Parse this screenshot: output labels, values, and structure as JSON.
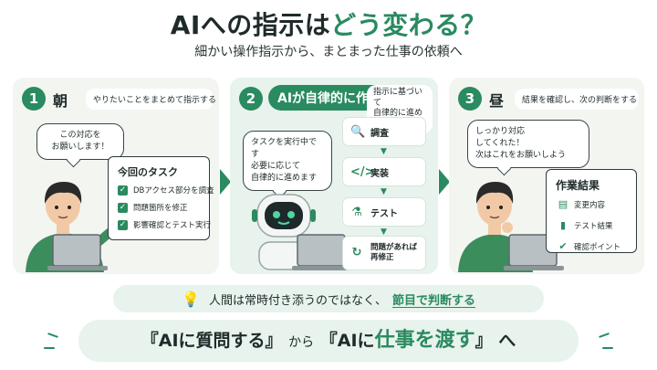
{
  "title": {
    "part1": "AIへの指示は",
    "part2": "どう変わる？"
  },
  "subtitle": "細かい操作指示から、まとまった仕事の依頼へ",
  "steps": [
    {
      "num": "1",
      "label": "朝",
      "desc": "やりたいことをまとめて指示する",
      "bubble_line1": "この対応を",
      "bubble_line2": "お願いします！",
      "card_title": "今回のタスク",
      "tasks": [
        "DBアクセス部分を調査",
        "問題箇所を修正",
        "影響確認とテスト実行"
      ]
    },
    {
      "num": "2",
      "label": "AIが自律的に作業",
      "desc_line1": "指示に基づいて",
      "desc_line2": "自律的に進める",
      "bubble_line1": "タスクを実行中です",
      "bubble_line2": "必要に応じて",
      "bubble_line3": "自律的に進めます",
      "flow": [
        "調査",
        "実装",
        "テスト"
      ],
      "flow_last_line1": "問題があれば",
      "flow_last_line2": "再修正"
    },
    {
      "num": "3",
      "label": "昼",
      "desc": "結果を確認し、次の判断をする",
      "bubble_line1": "しっかり対応",
      "bubble_line2": "してくれた！",
      "bubble_line3": "次はこれをお願いしよう",
      "card_title": "作業結果",
      "results": [
        "変更内容",
        "テスト結果",
        "確認ポイント"
      ]
    }
  ],
  "tip": {
    "text": "人間は常時付き添うのではなく、",
    "highlight": "節目で判断する"
  },
  "bottom": {
    "q1": "『AIに質問する』",
    "mid": "から",
    "q2_open": "『AIに",
    "q2_em": "仕事を渡す",
    "q2_close": "』",
    "end": "へ"
  },
  "colors": {
    "accent": "#2a8a60",
    "panel": "#f3f5f1",
    "panel_active": "#e7f3ec",
    "text": "#1f2a2a"
  },
  "icons": [
    "check-icon",
    "search-document-icon",
    "code-icon",
    "flask-icon",
    "refresh-icon",
    "document-icon",
    "bar-chart-icon",
    "check-circle-icon",
    "lightbulb-icon",
    "person-icon",
    "robot-icon",
    "laptop-icon"
  ]
}
